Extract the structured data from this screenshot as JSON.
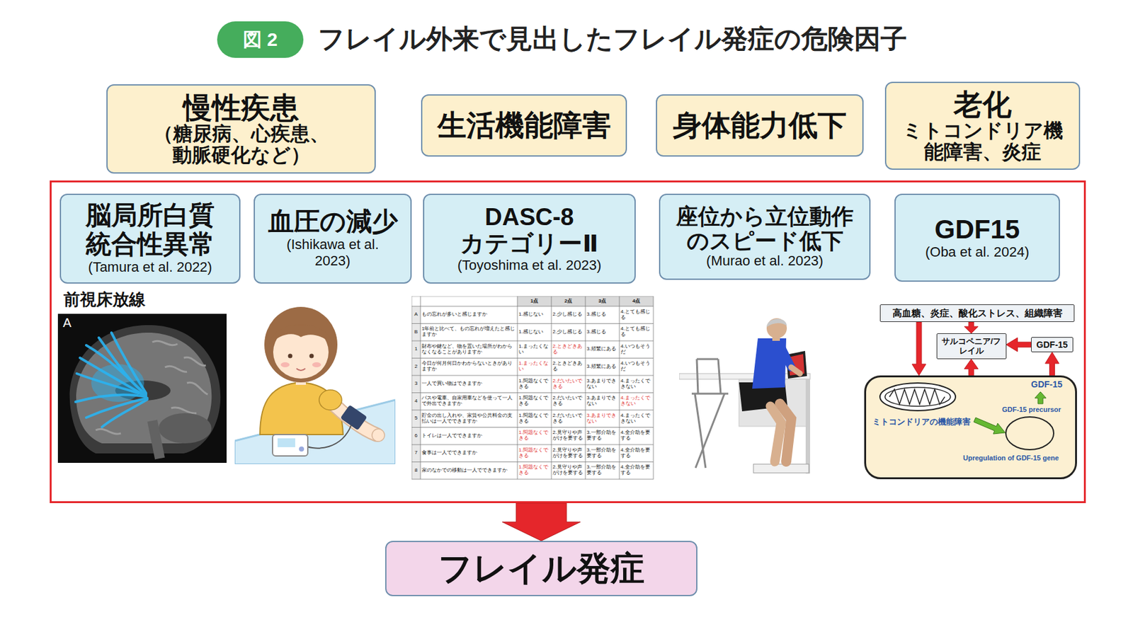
{
  "diagram": {
    "title": "フレイル外来で見出したフレイル発症の危険因子",
    "nodes": [
      {
        "text": [
          "図 2"
        ]
      },
      {
        "text": [
          "慢性疾患",
          "（糖尿病、心疾患、動脈硬化など）"
        ]
      },
      {
        "text": [
          "生活機能障害"
        ]
      },
      {
        "text": [
          "身体能力低下"
        ]
      },
      {
        "text": [
          "老化",
          "ミトコンドリア機能障害、炎症"
        ]
      },
      {
        "text": []
      },
      {
        "text": [
          "脳局所白質統合性異常",
          "(Tamura et al. 2022)"
        ],
        "in": 5
      },
      {
        "text": [
          "血圧の減少",
          "(Ishikawa et al. 2023)"
        ],
        "in": 5
      },
      {
        "text": [
          "DASC-8 カテゴリーⅡ",
          "(Toyoshima et al. 2023)"
        ],
        "in": 5
      },
      {
        "text": [
          "座位から立位動作のスピード低下",
          "(Murao et al. 2023)"
        ],
        "in": 5
      },
      {
        "text": [
          "GDF15",
          "(Oba et al. 2024)"
        ],
        "in": 5
      },
      {
        "text": [
          "高血糖、炎症、酸化ストレス、組織障害"
        ],
        "in": 5
      },
      {
        "text": [
          "サルコペニア/フレイル"
        ],
        "in": 5
      },
      {
        "text": [
          "GDF-15"
        ],
        "in": 5
      },
      {
        "text": [
          "ミトコンドリアの機能障害",
          "GDF-15",
          "GDF-15 precursor",
          "Upregulation of GDF-15 gene"
        ],
        "in": 5
      },
      {
        "text": [
          "フレイル発症"
        ]
      }
    ],
    "edges": [
      {
        "from": 5,
        "to": 15,
        "arrow": "to"
      },
      {
        "from": 11,
        "to": 14,
        "arrow": "to"
      },
      {
        "from": 11,
        "to": 12,
        "arrow": "to"
      },
      {
        "from": 13,
        "to": 12,
        "arrow": "to"
      },
      {
        "from": 14,
        "to": 12,
        "arrow": "to"
      },
      {
        "from": 14,
        "to": 13,
        "arrow": "to"
      }
    ],
    "labels": [
      "前視床放線",
      "A",
      "1点",
      "2点",
      "3点",
      "4点",
      "A",
      "もの忘れが多いと感じますか",
      "1.感じない",
      "2.少し感じる",
      "3.感じる",
      "4.とても感じる",
      "B",
      "1年前と比べて、もの忘れが増えたと感じますか",
      "1.感じない",
      "2.少し感じる",
      "3.感じる",
      "4.とても感じる",
      "1",
      "財布や鍵など、物を置いた場所がわからなくなることがありますか",
      "1.まったくない",
      "2.ときどきある",
      "3.頻繁にある",
      "4.いつもそうだ",
      "2",
      "今日が何月何日かわからないときがありますか",
      "1.まったくない",
      "2.ときどきある",
      "3.頻繁にある",
      "4.いつもそうだ",
      "3",
      "一人で買い物はできますか",
      "1.問題なくできる",
      "2.だいたいできる",
      "3.あまりできない",
      "4.まったくできない",
      "4",
      "バスや電車、自家用車などを使って一人で外出できますか",
      "1.問題なくできる",
      "2.だいたいできる",
      "3.あまりできない",
      "4.まったくできない",
      "5",
      "貯金の出し入れや、家賃や公共料金の支払いは一人でできますか",
      "1.問題なくできる",
      "2.だいたいできる",
      "3.あまりできない",
      "4.まったくできない",
      "6",
      "トイレは一人でできますか",
      "1.問題なくできる",
      "2.見守りや声がけを要する",
      "3.一部介助を要する",
      "4.全介助を要する",
      "7",
      "食事は一人でできますか",
      "1.問題なくできる",
      "2.見守りや声がけを要する",
      "3.一部介助を要する",
      "4.全介助を要する",
      "8",
      "家のなかでの移動は一人でできますか",
      "1.問題なくできる",
      "2.見守りや声がけを要する",
      "3.一部介助を要する",
      "4.全介助を要する"
    ]
  }
}
